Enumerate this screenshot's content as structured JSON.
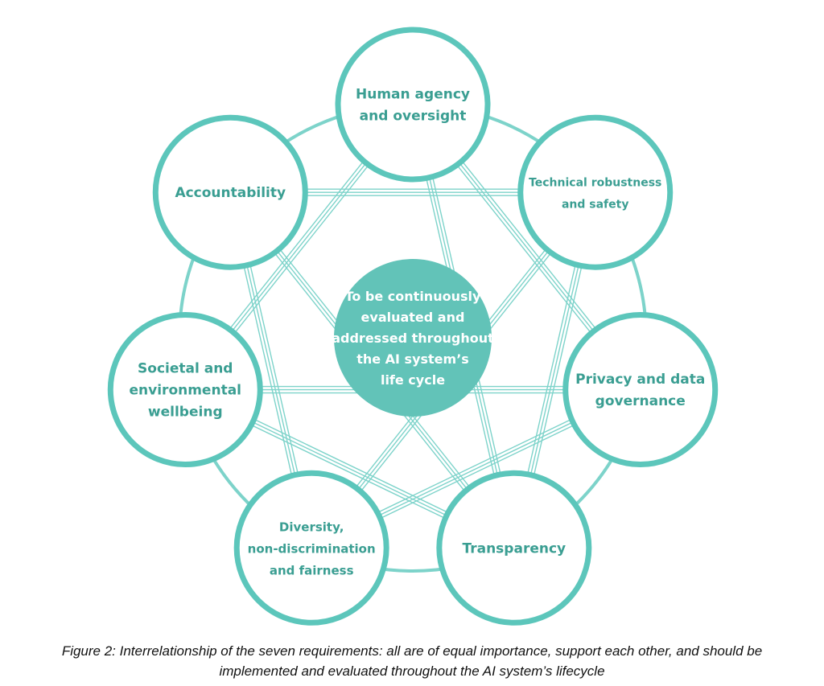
{
  "diagram": {
    "center_label_lines": [
      "To be continuously",
      "evaluated and",
      "addressed throughout",
      "the AI system’s",
      "life cycle"
    ],
    "nodes": [
      {
        "id": "human-agency",
        "label_lines": [
          "Human agency",
          "and oversight"
        ]
      },
      {
        "id": "technical-robustness",
        "label_lines": [
          "Technical robustness",
          "and safety"
        ]
      },
      {
        "id": "privacy",
        "label_lines": [
          "Privacy and data",
          "governance"
        ]
      },
      {
        "id": "transparency",
        "label_lines": [
          "Transparency"
        ]
      },
      {
        "id": "diversity",
        "label_lines": [
          "Diversity,",
          "non-discrimination",
          "and fairness"
        ]
      },
      {
        "id": "societal",
        "label_lines": [
          "Societal and",
          "environmental",
          "wellbeing"
        ]
      },
      {
        "id": "accountability",
        "label_lines": [
          "Accountability"
        ]
      }
    ],
    "colors": {
      "teal_stroke": "#5cc6bb",
      "teal_lines": "#7dd3ca",
      "center_fill": "#62c3b8",
      "label_text": "#3a9e92",
      "center_text": "#ffffff"
    }
  },
  "caption": {
    "line1": "Figure 2: Interrelationship of the seven requirements: all are of equal importance, support each other, and should be",
    "line2": "implemented and evaluated throughout the AI system’s lifecycle"
  }
}
